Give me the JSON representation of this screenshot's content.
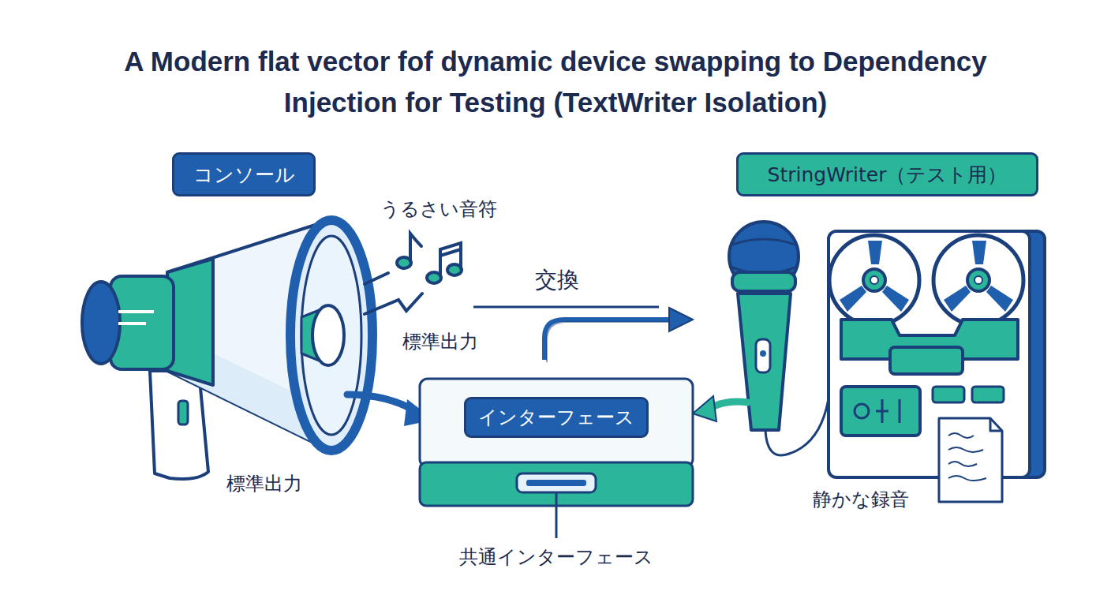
{
  "diagram": {
    "title": "A Modern flat vector fof dynamic device swapping to Dependency Injection for Testing (TextWriter Isolation)",
    "nodes": [
      {
        "text": [
          "コンソール"
        ]
      },
      {
        "text": [
          "StringWriter（テスト用）"
        ]
      },
      {
        "text": [
          "共通インターフェース"
        ]
      },
      {
        "text": [
          "インターフェース"
        ],
        "in": 2
      }
    ],
    "labels": [
      "うるさい音符",
      "交換",
      "標準出力",
      "標準出力",
      "静かな録音"
    ]
  }
}
